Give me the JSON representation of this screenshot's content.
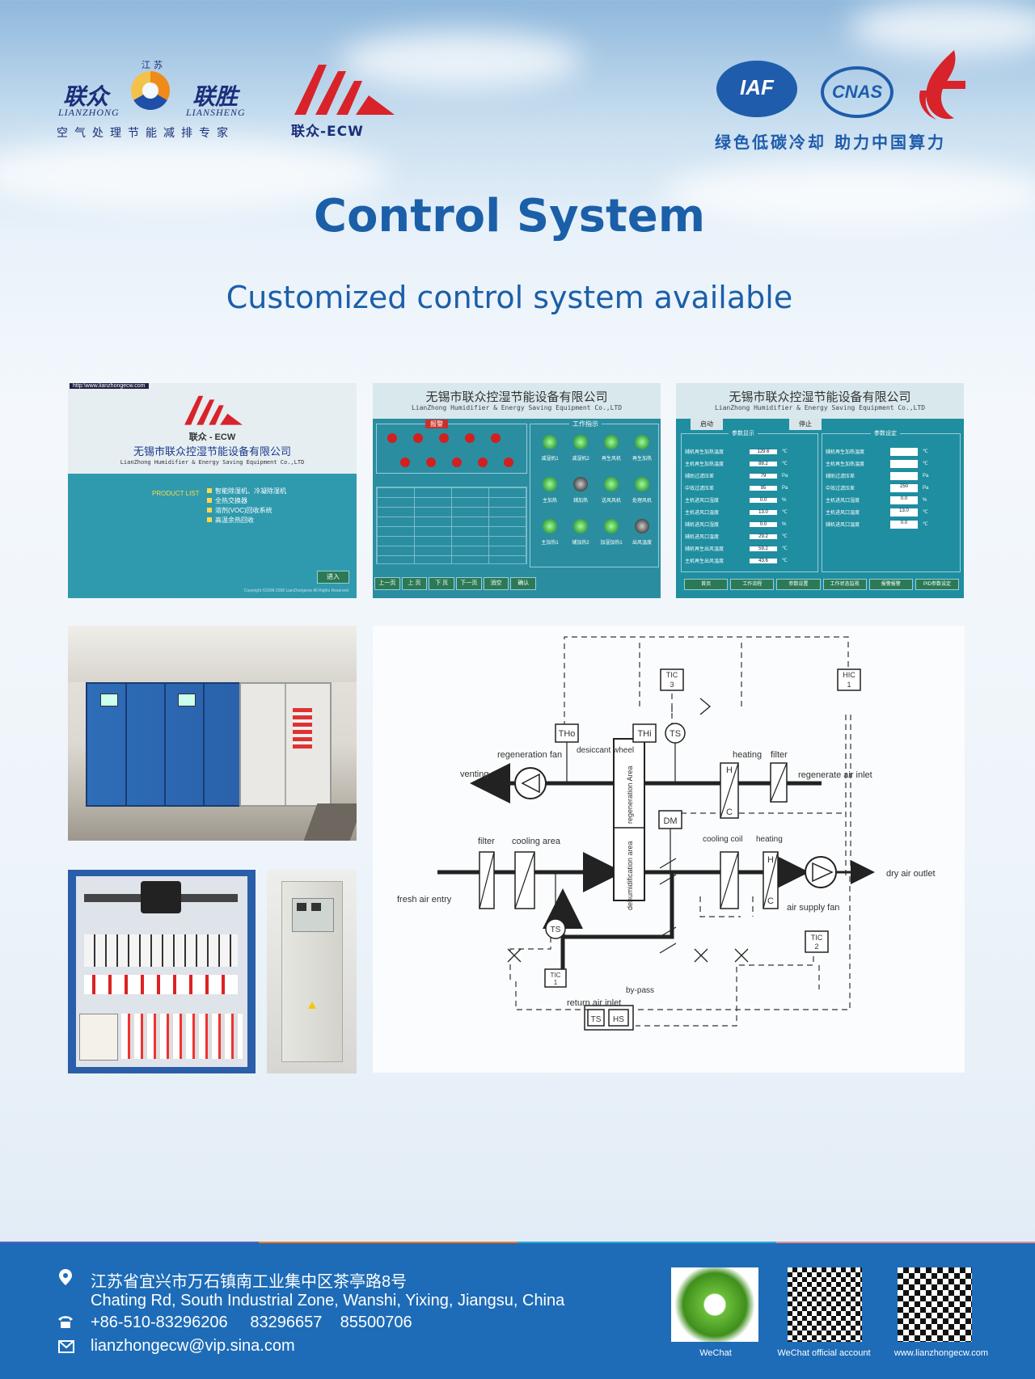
{
  "header": {
    "brand_cn_left": "联众",
    "brand_cn_right": "联胜",
    "brand_jiangsu": "江苏",
    "brand_en_left": "LIANZHONG",
    "brand_en_right": "LIANSHENG",
    "slogan_left": "空气处理节能减排专家",
    "ecw_label": "联众-ECW",
    "iaf_label": "IAF",
    "cnas_label": "CNAS",
    "slogan_right": "绿色低碳冷却  助力中国算力"
  },
  "title": "Control System",
  "subtitle": "Customized control system available",
  "screens": {
    "s1": {
      "url": "http:\\www.lianzhongecw.com",
      "brand": "联众 - ECW",
      "company_cn": "无锡市联众控湿节能设备有限公司",
      "company_en": "LianZhong Humidifier & Energy Saving Equipment Co.,LTD",
      "product_label": "PRODUCT LIST",
      "products": [
        "智能除湿机、冷凝除湿机",
        "全热交换器",
        "溶剂(VOC)回收系统",
        "高温余热回收"
      ],
      "enter": "进入",
      "copyright": "Copyright ©2008-2008 LianZhongecw All Rights Reserved"
    },
    "s2": {
      "company_cn": "无锡市联众控湿节能设备有限公司",
      "company_en": "LianZhong Humidifier & Energy Saving Equipment Co.,LTD",
      "alarm": "报警",
      "status": "工作指示",
      "status_items": [
        "减湿机1",
        "减湿机2",
        "再生风机",
        "再生加热",
        "主加热",
        "辅加热",
        "送风风机",
        "处理风机",
        "主加热1",
        "辅加热2",
        "加湿加热1",
        "出风温度"
      ],
      "nav": [
        "上一页",
        "上 页",
        "下 页",
        "下一页",
        "消空",
        "确认"
      ]
    },
    "s3": {
      "company_cn": "无锡市联众控湿节能设备有限公司",
      "company_en": "LianZhong Humidifier & Energy Saving Equipment Co.,LTD",
      "start": "启动",
      "stop": "停止",
      "param_display": "参数显示",
      "param_set": "参数设定",
      "rows": [
        {
          "label": "辅机再生加热温度",
          "value": "129.6",
          "unit": "℃"
        },
        {
          "label": "主机再生加热温度",
          "value": "88.2",
          "unit": "℃"
        },
        {
          "label": "辅助过滤压差",
          "value": "79",
          "unit": "Pa"
        },
        {
          "label": "中效过滤压差",
          "value": "95",
          "unit": "Pa"
        },
        {
          "label": "主机进风口湿度",
          "value": "0.0",
          "unit": "%"
        },
        {
          "label": "主机进风口温度",
          "value": "13.0",
          "unit": "℃"
        },
        {
          "label": "辅机进风口湿度",
          "value": "0.0",
          "unit": "%"
        },
        {
          "label": "辅机进风口温度",
          "value": "29.2",
          "unit": "℃"
        },
        {
          "label": "辅机再生出风温度",
          "value": "59.2",
          "unit": "℃"
        },
        {
          "label": "主机再生出风温度",
          "value": "43.6",
          "unit": "℃"
        }
      ],
      "set_rows": [
        {
          "label": "辅机再生加热温度",
          "value": "",
          "unit": "℃"
        },
        {
          "label": "主机再生加热温度",
          "value": "",
          "unit": "℃"
        },
        {
          "label": "辅助过滤压差",
          "value": "",
          "unit": "Pa"
        },
        {
          "label": "中效过滤压差",
          "value": "250",
          "unit": "Pa"
        },
        {
          "label": "主机进风口湿度",
          "value": "0.0",
          "unit": "%"
        },
        {
          "label": "主机进风口温度",
          "value": "13.0",
          "unit": "℃"
        },
        {
          "label": "辅机进风口温度",
          "value": "0.0",
          "unit": "℃"
        }
      ],
      "nav": [
        "首页",
        "工作流程",
        "参数设置",
        "工作状态监视",
        "报警报警",
        "PID参数设定"
      ]
    }
  },
  "diagram": {
    "labels": {
      "tic3_a": "TIC",
      "tic3_b": "3",
      "hic1_a": "HIC",
      "hic1_b": "1",
      "th_o": "THo",
      "th_i": "THi",
      "ts_top": "TS",
      "regen_fan": "regeneration fan",
      "desiccant_wheel": "desiccant wheel",
      "heating_top": "heating",
      "filter_top": "filter",
      "venting": "venting",
      "regen_inlet": "regenerate air inlet",
      "regen_area": "regeneration Area",
      "dehum_area": "dehumidification area",
      "dm": "DM",
      "filter_bottom": "filter",
      "cooling_area": "cooling area",
      "cooling_coil": "cooling coil",
      "heating_bottom": "heating",
      "fresh_air": "fresh air entry",
      "dry_air": "dry air outlet",
      "air_supply_fan": "air supply fan",
      "ts_mid": "TS",
      "tic1_a": "TIC",
      "tic1_b": "1",
      "tic2_a": "TIC",
      "tic2_b": "2",
      "bypass": "by-pass",
      "return_air": "return air inlet",
      "ts_bottom": "TS",
      "hs_bottom": "HS",
      "h_top": "H",
      "c_top": "C",
      "h_bottom": "H",
      "c_bottom": "C"
    }
  },
  "footer": {
    "address_cn": "江苏省宜兴市万石镇南工业集中区茶亭路8号",
    "address_en": "Chating Rd, South Industrial Zone, Wanshi, Yixing, Jiangsu, China",
    "phones": "+86-510-83296206     83296657    85500706",
    "email": "lianzhongecw@vip.sina.com",
    "qr_labels": [
      "WeChat",
      "WeChat official account",
      "www.lianzhongecw.com"
    ]
  },
  "colors": {
    "accent_blue": "#1b5fa8",
    "footer_blue": "#1e6cb7",
    "logo_red": "#d8232a",
    "screen_teal": "#2a8ea0"
  }
}
